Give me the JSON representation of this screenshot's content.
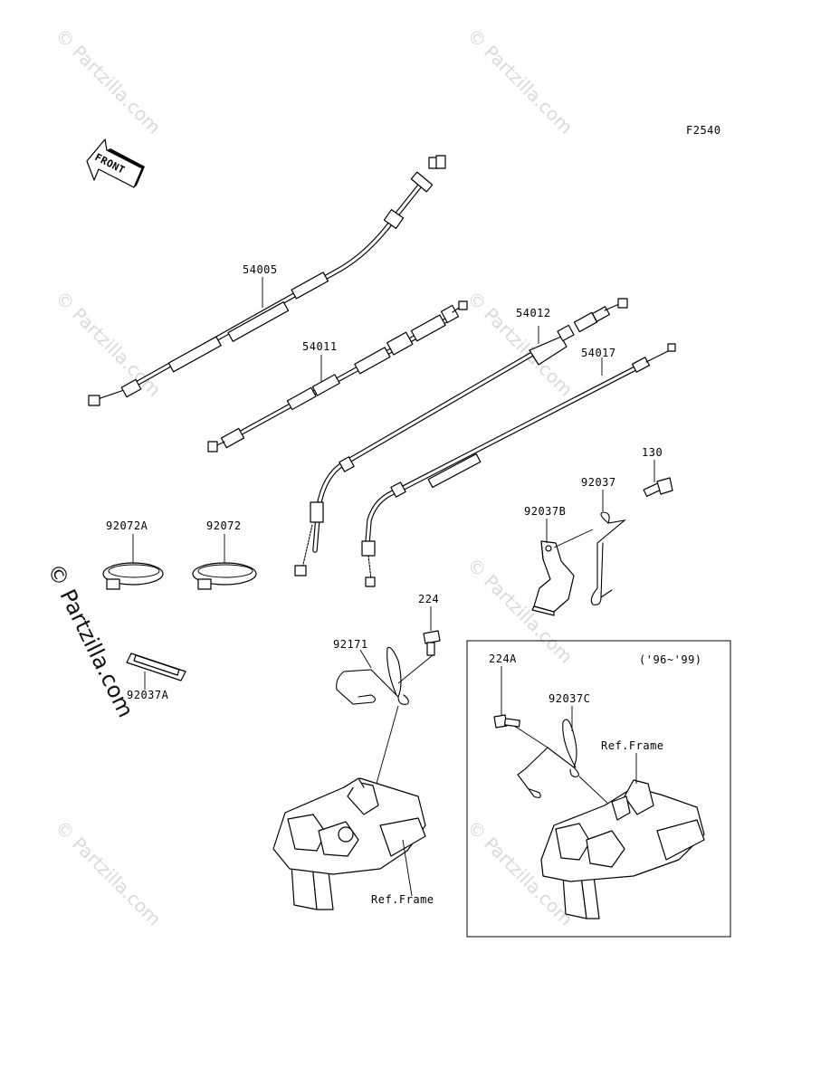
{
  "figure_code": "F2540",
  "front_label": "FRONT",
  "watermark": {
    "brand": "© Partzilla.com"
  },
  "parts": {
    "p54005": "54005",
    "p54011": "54011",
    "p54012": "54012",
    "p54017": "54017",
    "p130": "130",
    "p92037": "92037",
    "p92037B": "92037B",
    "p92072A": "92072A",
    "p92072": "92072",
    "p92037A": "92037A",
    "p224": "224",
    "p92171": "92171",
    "ref_frame_1": "Ref.Frame",
    "p224A": "224A",
    "p92037C": "92037C",
    "ref_frame_2": "Ref.Frame"
  },
  "inset": {
    "years": "('96~'99)"
  }
}
